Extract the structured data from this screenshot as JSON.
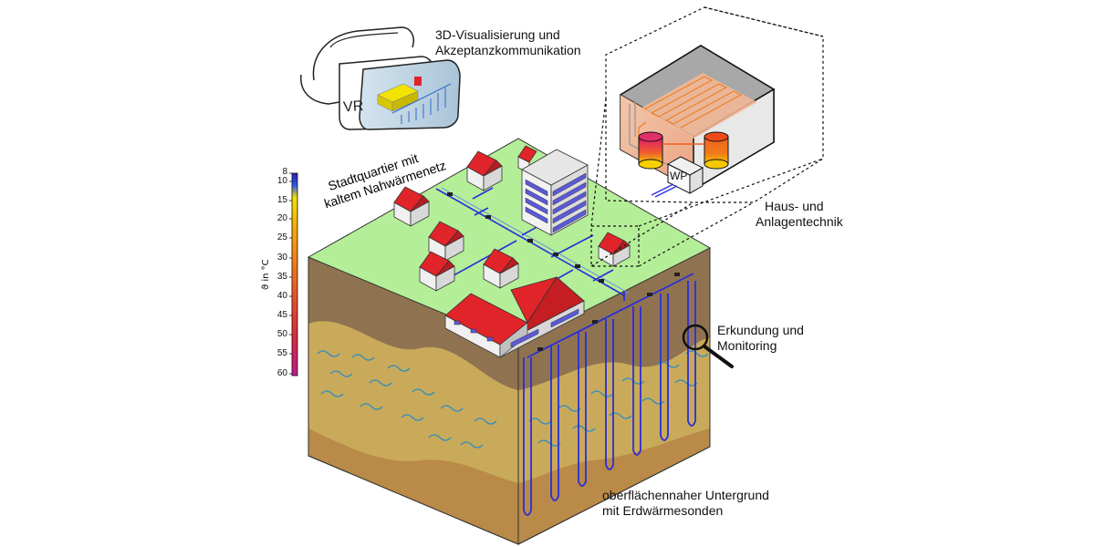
{
  "labels": {
    "vr": {
      "line1": "3D-Visualisierung und",
      "line2": "Akzeptanzkommunikation"
    },
    "quarter": {
      "line1": "Stadtquartier mit",
      "line2": "kaltem Nahwärmenetz"
    },
    "building": {
      "line1": "Haus- und",
      "line2": "Anlagentechnik"
    },
    "monitoring": {
      "line1": "Erkundung und",
      "line2": "Monitoring"
    },
    "ground": {
      "line1": "oberflächennaher Untergrund",
      "line2": "mit Erdwärmesonden"
    }
  },
  "vr_headset": {
    "badge": "VR"
  },
  "heat_pump": {
    "badge": "WP"
  },
  "colorbar": {
    "title": "ϑ in °C",
    "ticks": [
      "8",
      "10",
      "15",
      "20",
      "25",
      "30",
      "35",
      "40",
      "45",
      "50",
      "55",
      "60"
    ],
    "colors": [
      "#2a1fa8",
      "#1f44d8",
      "#f1e000",
      "#f6a800",
      "#f07a1a",
      "#e8502a",
      "#dc2a3a",
      "#d41e60",
      "#c2188c"
    ]
  },
  "colors": {
    "grass": "#b5ee98",
    "roof": "#e02429",
    "pipe": "#2b2ed8",
    "soil_top": "#8f7350",
    "soil_mid": "#c9aa5a",
    "soil_low": "#b98a48",
    "water": "#3b8fb8"
  },
  "icons": [
    "vr-headset-icon",
    "magnifier-icon",
    "heat-pump-icon"
  ]
}
